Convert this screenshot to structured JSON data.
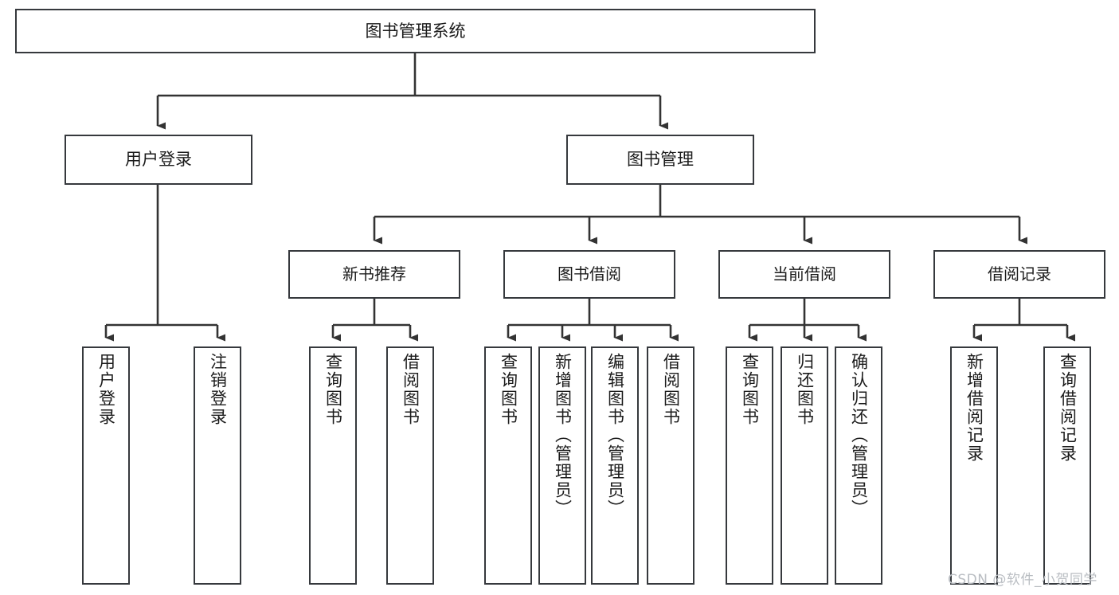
{
  "diagram": {
    "title": "图书管理系统",
    "type": "tree-hierarchy-chart",
    "watermark": "CSDN @软件_小贺同学",
    "colors": {
      "box_border": "#36393d",
      "box_fill": "#ffffff",
      "connector": "#333333",
      "text": "#1b1b1b",
      "watermark": "#b9bdc2",
      "background": "#ffffff"
    },
    "root": {
      "label": "图书管理系统"
    },
    "level2": [
      {
        "label": "用户登录"
      },
      {
        "label": "图书管理"
      }
    ],
    "level3": [
      {
        "label": "新书推荐"
      },
      {
        "label": "图书借阅"
      },
      {
        "label": "当前借阅"
      },
      {
        "label": "借阅记录"
      }
    ],
    "leaves": {
      "user_login": [
        {
          "label": "用户登录"
        },
        {
          "label": "注销登录"
        }
      ],
      "new_book_recommend": [
        {
          "label": "查询图书"
        },
        {
          "label": "借阅图书"
        }
      ],
      "book_borrow": [
        {
          "label": "查询图书"
        },
        {
          "label": "新增图书（管理员）"
        },
        {
          "label": "编辑图书（管理员）"
        },
        {
          "label": "借阅图书"
        }
      ],
      "current_borrow": [
        {
          "label": "查询图书"
        },
        {
          "label": "归还图书"
        },
        {
          "label": "确认归还（管理员）"
        }
      ],
      "borrow_record": [
        {
          "label": "新增借阅记录"
        },
        {
          "label": "查询借阅记录"
        }
      ]
    }
  }
}
